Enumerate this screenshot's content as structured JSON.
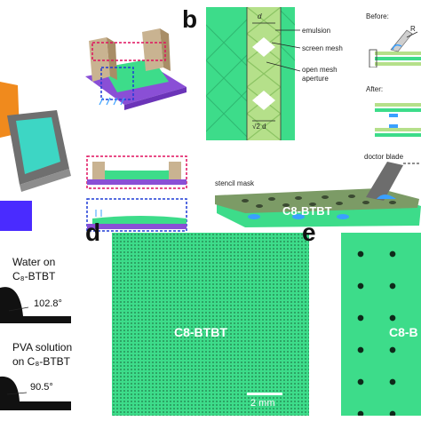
{
  "panels": {
    "b": "b",
    "d": "d",
    "e": "e"
  },
  "mesh": {
    "d_label": "d",
    "sqrt_label": "√2 d",
    "emulsion": "emulsion",
    "screen_mesh": "screen mesh",
    "open_mesh_line1": "open mesh",
    "open_mesh_line2": "aperture"
  },
  "process": {
    "before": "Before:",
    "after": "After:",
    "r_label": "R",
    "doctor_blade": "doctor blade",
    "stencil_mask": "stencil mask",
    "material": "C8-BTBT"
  },
  "contact": {
    "water_line1": "Water on",
    "water_line2": "C₈-BTBT",
    "water_angle": "102.8°",
    "pva_line1": "PVA solution",
    "pva_line2": "on C₈-BTBT",
    "pva_angle": "90.5°"
  },
  "micrographs": {
    "d_label": "C8-BTBT",
    "scale": "2 mm",
    "e_label": "C8-B"
  },
  "colors": {
    "green": "#3ddc8a",
    "mesh_green": "#b5e08a",
    "frame_tan": "#c9b391",
    "substrate_purple": "#8a4fd6",
    "slide_blue": "#4a2bff"
  }
}
